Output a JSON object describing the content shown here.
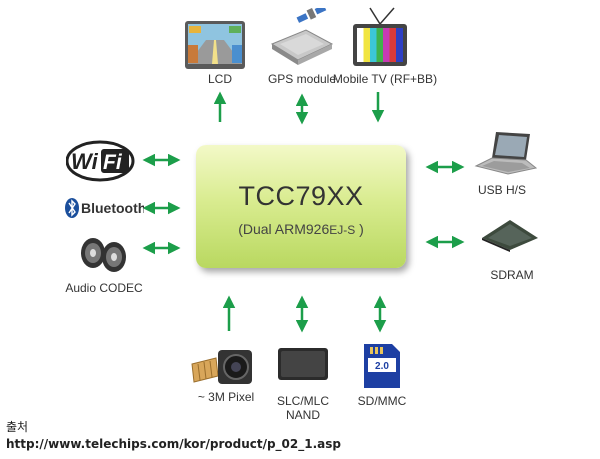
{
  "chip": {
    "title": "TCC79XX",
    "subtitle_main": "(Dual ARM926",
    "subtitle_ejs": "EJ-S",
    "subtitle_end": " )"
  },
  "top": [
    {
      "label": "LCD",
      "direction": "up"
    },
    {
      "label": "GPS module",
      "direction": "both"
    },
    {
      "label": "Mobile TV (RF+BB)",
      "direction": "down"
    }
  ],
  "left": [
    {
      "label": "Wi Fi",
      "direction": "both"
    },
    {
      "label": "Bluetooth",
      "direction": "both"
    },
    {
      "label": "Audio CODEC",
      "direction": "both"
    }
  ],
  "right": [
    {
      "label": "USB H/S",
      "direction": "both"
    },
    {
      "label": "SDRAM",
      "direction": "both"
    }
  ],
  "bottom": [
    {
      "label": "~ 3M Pixel",
      "direction": "up"
    },
    {
      "label": "SLC/MLC",
      "label2": "NAND",
      "direction": "both"
    },
    {
      "label": "SD/MMC",
      "direction": "both"
    }
  ],
  "sd_card_text": "2.0",
  "source_label": "출처",
  "source_url": "http://www.telechips.com/kor/product/p_02_1.asp",
  "colors": {
    "arrow": "#1c9e4a",
    "chip_top": "#f3f9c8",
    "chip_bottom": "#b9d860"
  }
}
